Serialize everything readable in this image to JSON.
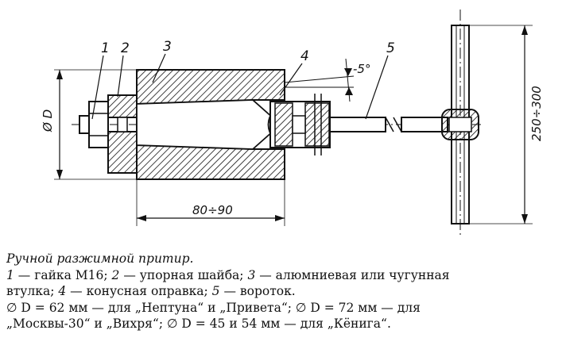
{
  "labels": [
    "1",
    "2",
    "3",
    "4",
    "5"
  ],
  "dimensions": {
    "diameter": "Ø D",
    "length": "80÷90",
    "handle": "250÷300",
    "angle": "5°"
  },
  "caption": {
    "title": "Ручной разжимной притир.",
    "line1_parts": [
      "1",
      " — гайка М16; ",
      "2",
      " — упорная шайба; ",
      "3",
      " — алюмниевая или чугунная"
    ],
    "line2_parts": [
      "втулка; ",
      "4",
      " — конусная оправка; ",
      "5",
      " — вороток."
    ],
    "line3": "∅ D = 62 мм — для „Нептуна“ и „Привета“; ∅ D = 72 мм — для",
    "line4": "„Москвы-30“ и „Вихря“; ∅ D = 45 и 54 мм — для „Кёнига“."
  }
}
